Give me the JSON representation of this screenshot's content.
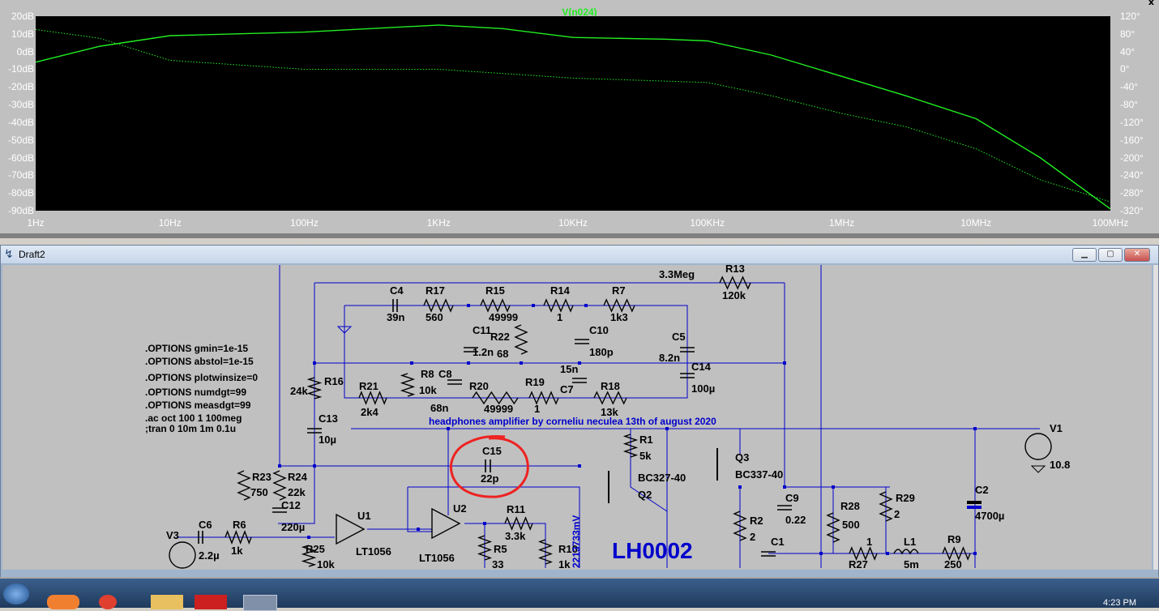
{
  "plot": {
    "trace_title": "V(n024)",
    "y_left_labels": [
      "20dB",
      "10dB",
      "0dB",
      "-10dB",
      "-20dB",
      "-30dB",
      "-40dB",
      "-50dB",
      "-60dB",
      "-70dB",
      "-80dB",
      "-90dB"
    ],
    "y_right_labels": [
      "120°",
      "80°",
      "40°",
      "0°",
      "-40°",
      "-80°",
      "-120°",
      "-160°",
      "-200°",
      "-240°",
      "-280°",
      "-320°"
    ],
    "x_labels": [
      "1Hz",
      "10Hz",
      "100Hz",
      "1KHz",
      "10KHz",
      "100KHz",
      "1MHz",
      "10MHz",
      "100MHz"
    ],
    "close_glyph": "x",
    "trace_color": "#22ee22"
  },
  "chart_data": {
    "type": "line",
    "x_scale": "log",
    "xlim": [
      1,
      100000000
    ],
    "ylim": [
      -90,
      20
    ],
    "y2lim": [
      -320,
      120
    ],
    "series": [
      {
        "name": "V(n024)",
        "axis": "magnitude_dB",
        "style": "solid",
        "x": [
          1,
          3,
          10,
          100,
          1000,
          3000,
          10000,
          50000,
          100000,
          300000,
          1000000,
          3000000,
          10000000,
          30000000,
          100000000
        ],
        "y": [
          -6,
          3,
          9,
          11,
          15,
          13,
          8,
          7,
          6,
          -2,
          -14,
          -25,
          -38,
          -60,
          -89
        ]
      },
      {
        "name": "V(n024) phase",
        "axis": "phase_deg",
        "style": "dotted",
        "x": [
          1,
          3,
          10,
          100,
          1000,
          10000,
          100000,
          300000,
          1000000,
          3000000,
          10000000,
          30000000,
          100000000
        ],
        "y": [
          90,
          70,
          20,
          0,
          0,
          -20,
          -30,
          -60,
          -100,
          -130,
          -180,
          -250,
          -300
        ]
      }
    ]
  },
  "schematic": {
    "window_title": "Draft2",
    "min_glyph": "▁",
    "max_glyph": "▢",
    "close_glyph": "✕",
    "options": [
      ".OPTIONS gmin=1e-15",
      ".OPTIONS abstol=1e-15",
      ".OPTIONS plotwinsize=0",
      ".OPTIONS numdgt=99",
      ".OPTIONS measdgt=99",
      " .ac oct 100 1 100meg",
      ";tran 0 10m 1m 0.1u"
    ],
    "headline": "headphones amplifier by corneliu neculea 13th of august 2020",
    "big_label": "LH0002",
    "net_label": "2213733mV",
    "components": [
      {
        "ref": "C4",
        "val": "39n"
      },
      {
        "ref": "R17",
        "val": "560"
      },
      {
        "ref": "R15",
        "val": "49999"
      },
      {
        "ref": "R14",
        "val": "1"
      },
      {
        "ref": "R7",
        "val": "1k3"
      },
      {
        "ref": "R13",
        "val": "120k"
      },
      {
        "ref": "C11",
        "val": "1.2n"
      },
      {
        "ref": "R22",
        "val": "68"
      },
      {
        "ref": "C10",
        "val": "180p"
      },
      {
        "ref": "C5",
        "val": "8.2n"
      },
      {
        "ref": "C14",
        "val": "100µ"
      },
      {
        "ref": "R16",
        "val": "24k"
      },
      {
        "ref": "R8",
        "val": "10k"
      },
      {
        "ref": "C8",
        "val": "68n"
      },
      {
        "ref": "R21",
        "val": "2k4"
      },
      {
        "ref": "R20",
        "val": "49999"
      },
      {
        "ref": "R19",
        "val": "1"
      },
      {
        "ref": "C7",
        "val": "15n"
      },
      {
        "ref": "R18",
        "val": "13k"
      },
      {
        "ref": "C13",
        "val": "10µ"
      },
      {
        "ref": "C15",
        "val": "22p"
      },
      {
        "ref": "R1",
        "val": "5k"
      },
      {
        "ref": "Q3",
        "val": "BC337-40"
      },
      {
        "ref": "Q2",
        "val": "BC327-40"
      },
      {
        "ref": "V1",
        "val": "10.8"
      },
      {
        "ref": "C2",
        "val": "4700µ"
      },
      {
        "ref": "R23",
        "val": "750"
      },
      {
        "ref": "R24",
        "val": "22k"
      },
      {
        "ref": "C12",
        "val": "220µ"
      },
      {
        "ref": "U1",
        "val": "LT1056"
      },
      {
        "ref": "U2",
        "val": "LT1056"
      },
      {
        "ref": "R11",
        "val": "3.3k"
      },
      {
        "ref": "C9",
        "val": "0.22"
      },
      {
        "ref": "R28",
        "val": "500"
      },
      {
        "ref": "R29",
        "val": "2"
      },
      {
        "ref": "R2",
        "val": "2"
      },
      {
        "ref": "C1",
        "val": ""
      },
      {
        "ref": "V3",
        "val": ""
      },
      {
        "ref": "C6",
        "val": "2.2µ"
      },
      {
        "ref": "R6",
        "val": "1k"
      },
      {
        "ref": "R25",
        "val": "10k"
      },
      {
        "ref": "R5",
        "val": "33"
      },
      {
        "ref": "R10",
        "val": "1k"
      },
      {
        "ref": "R27",
        "val": "1"
      },
      {
        "ref": "L1",
        "val": "5m"
      },
      {
        "ref": "R9",
        "val": "250"
      }
    ],
    "top_partial_value": "3.3Meg",
    "wire_color": "#0000cc",
    "annotation_color": "#ee2222"
  },
  "taskbar": {
    "clock": "4:23 PM"
  }
}
